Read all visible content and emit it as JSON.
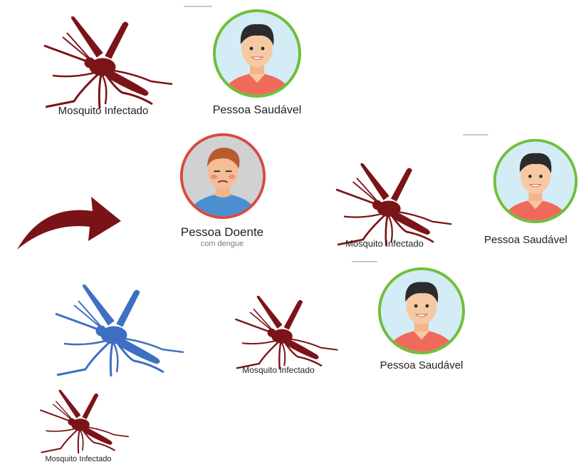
{
  "labels": {
    "mosquito_1": "Mosquito Infectado",
    "healthy_1": "Pessoa Saudável",
    "sick_title": "Pessoa Doente",
    "sick_sub": "com dengue",
    "mosquito_2": "Mosquito Infectado",
    "healthy_2": "Pessoa Saudável",
    "mosquito_3": "Mosquito Infectado",
    "healthy_3": "Pessoa Saudável",
    "mosquito_4": "Mosquito Infectado"
  },
  "colors": {
    "infected_mosquito": "#7b1418",
    "blue_mosquito": "#3f6fc2",
    "healthy_ring": "#6fbf3a",
    "sick_ring": "#d84a3f",
    "arrow": "#7a1318"
  }
}
